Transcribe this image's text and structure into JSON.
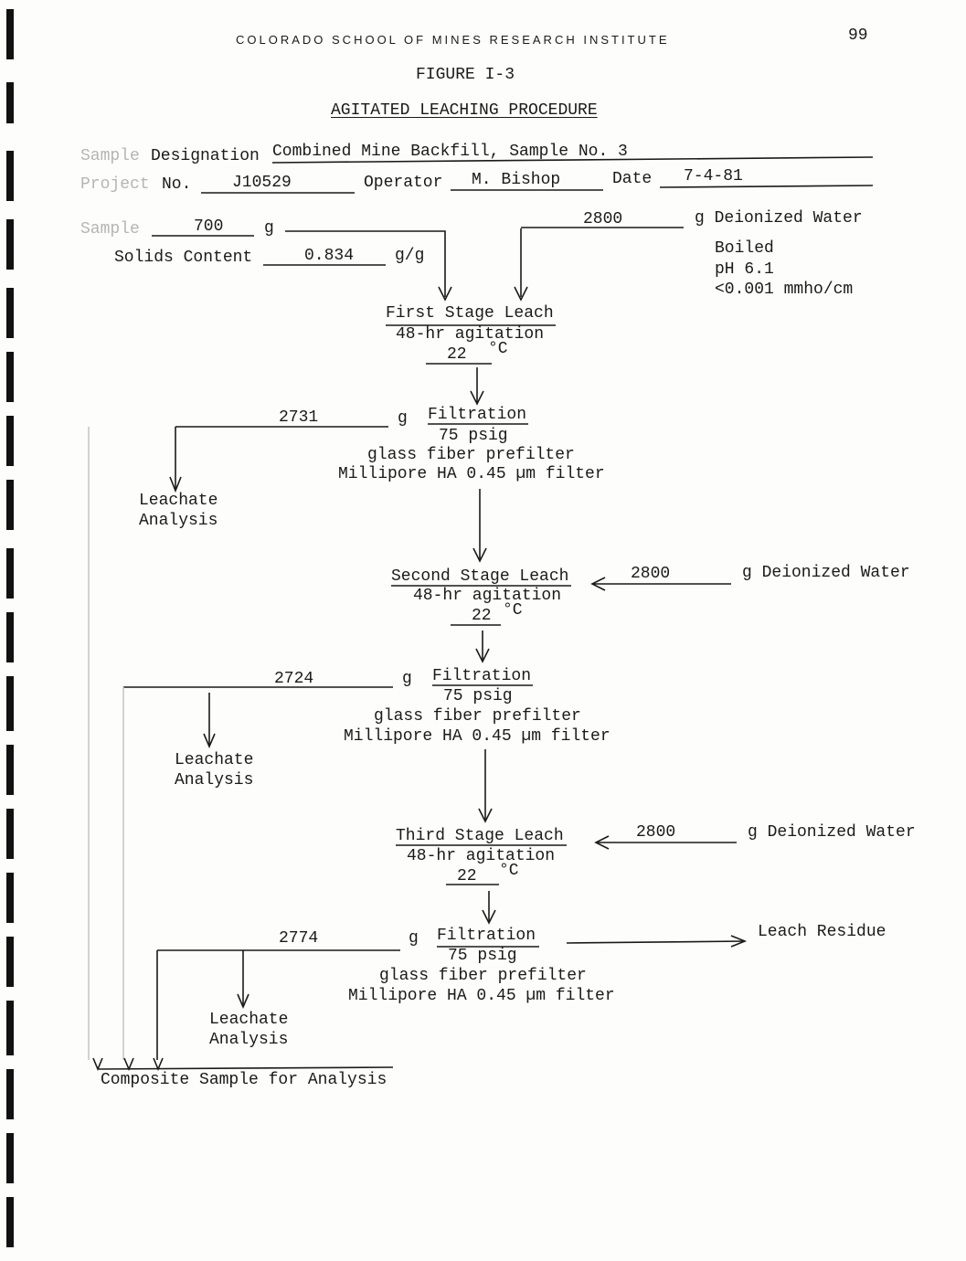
{
  "header": {
    "institute": "COLORADO SCHOOL OF MINES RESEARCH INSTITUTE",
    "page_number": "99"
  },
  "figure": {
    "number": "FIGURE I-3",
    "title": "AGITATED LEACHING PROCEDURE"
  },
  "form": {
    "sample_label": "Sample",
    "designation_label": "Designation",
    "designation_value": "Combined Mine Backfill, Sample No. 3",
    "project_label": "Project",
    "project_no_label": "No.",
    "project_value": "J10529",
    "operator_label": "Operator",
    "operator_value": "M. Bishop",
    "date_label": "Date",
    "date_value": "7-4-81",
    "sample_mass_value": "700",
    "unit_g": "g",
    "solids_label": "Solids Content",
    "solids_value": "0.834",
    "solids_unit": "g/g"
  },
  "water": {
    "mass": "2800",
    "label": "g Deionized Water",
    "boiled": "Boiled",
    "ph": "pH 6.1",
    "conductivity": "<0.001 mmho/cm"
  },
  "stages": [
    {
      "title": "First Stage Leach",
      "agitation": "48-hr agitation",
      "temp": "22",
      "temp_unit": "°C",
      "filtrate_mass": "2731",
      "water_mass": "2800",
      "water_label": "g Deionized Water"
    },
    {
      "title": "Second Stage Leach",
      "agitation": "48-hr agitation",
      "temp": "22",
      "temp_unit": "°C",
      "filtrate_mass": "2724",
      "water_mass": "2800",
      "water_label": "g Deionized Water"
    },
    {
      "title": "Third Stage Leach",
      "agitation": "48-hr agitation",
      "temp": "22",
      "temp_unit": "°C",
      "filtrate_mass": "2774",
      "water_mass": "2800",
      "water_label": "g Deionized Water"
    }
  ],
  "filtration": {
    "title": "Filtration",
    "pressure": "75 psig",
    "prefilter": "glass fiber prefilter",
    "filter": "Millipore HA 0.45 µm filter"
  },
  "leachate": {
    "line1": "Leachate",
    "line2": "Analysis"
  },
  "residue": "Leach Residue",
  "composite": "Composite Sample for Analysis"
}
